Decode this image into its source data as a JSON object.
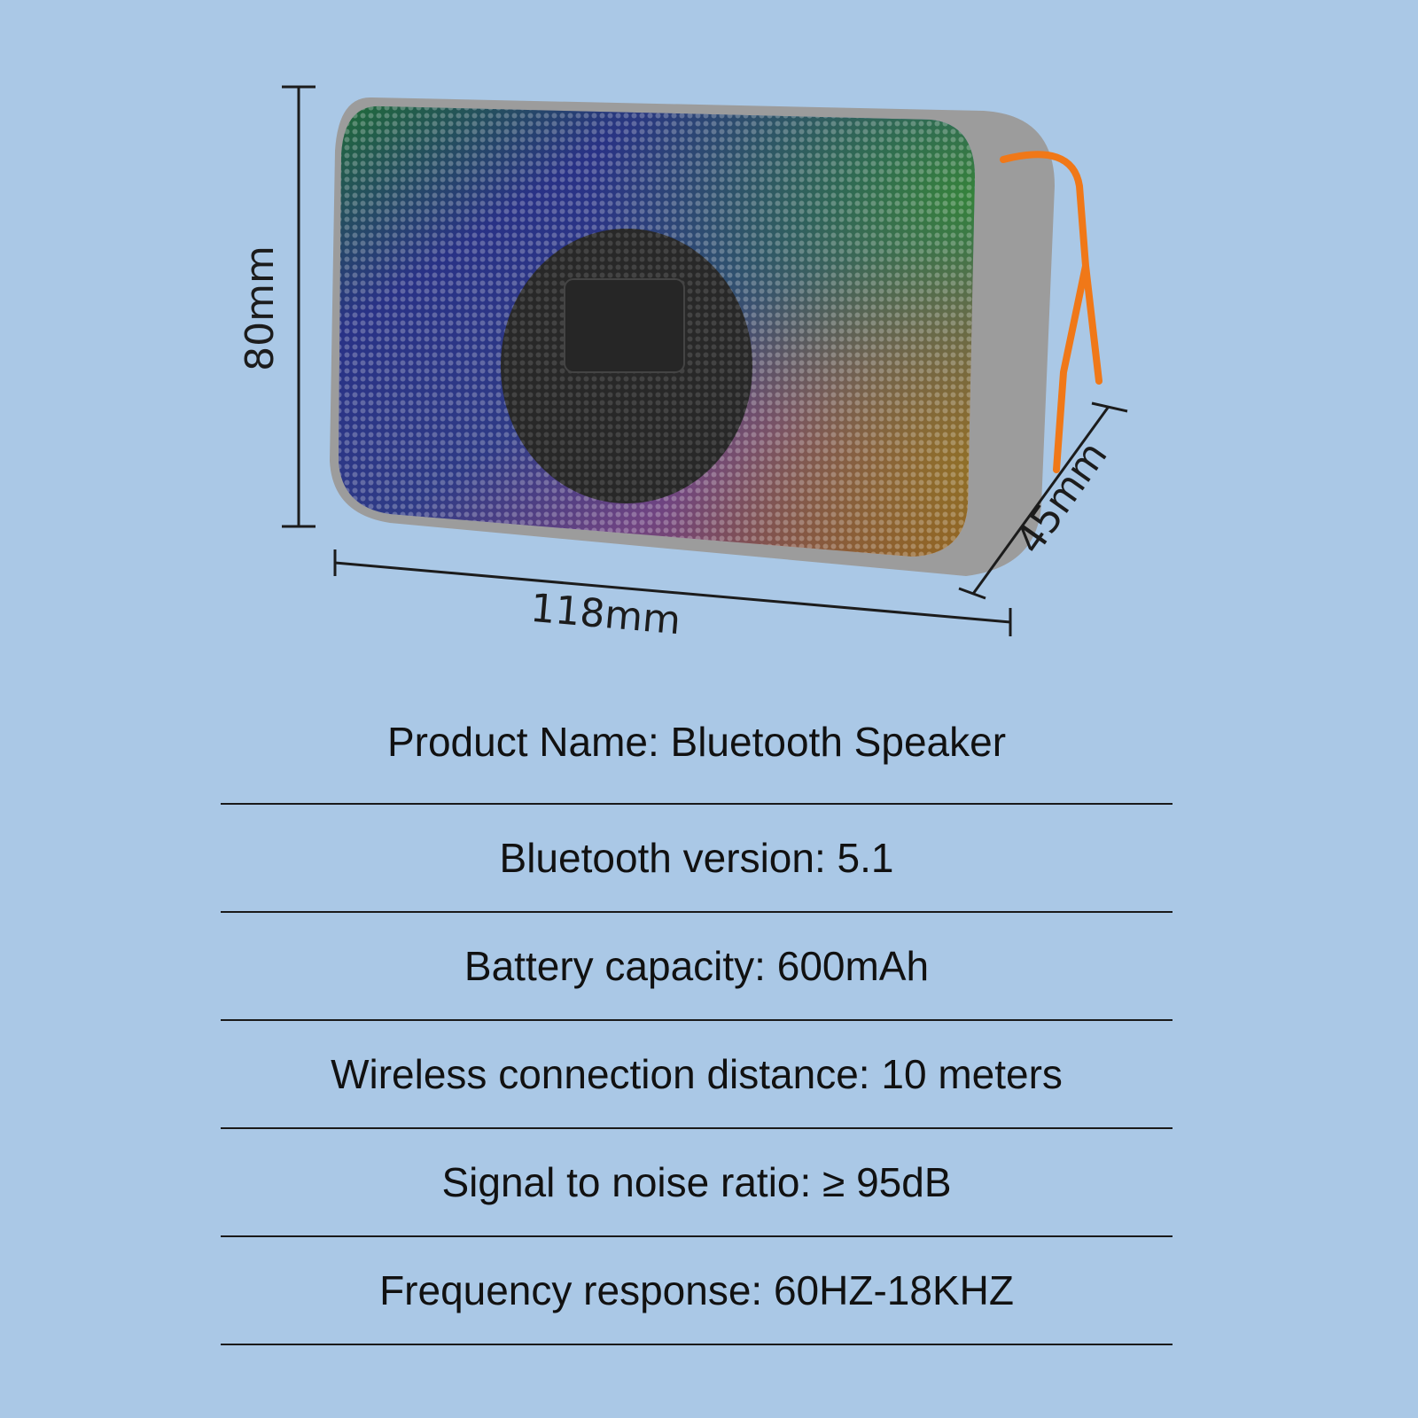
{
  "dimensions": {
    "height": "80mm",
    "width": "118mm",
    "depth": "45mm"
  },
  "specs": [
    "Product Name: Bluetooth Speaker",
    "Bluetooth version: 5.1",
    "Battery capacity: 600mAh",
    "Wireless connection distance: 10 meters",
    "Signal to noise ratio: ≥ 95dB",
    "Frequency response: 60HZ-18KHZ"
  ],
  "colors": {
    "background": "#aac8e6",
    "strap": "#f07818",
    "body": "#9a9a9a"
  }
}
